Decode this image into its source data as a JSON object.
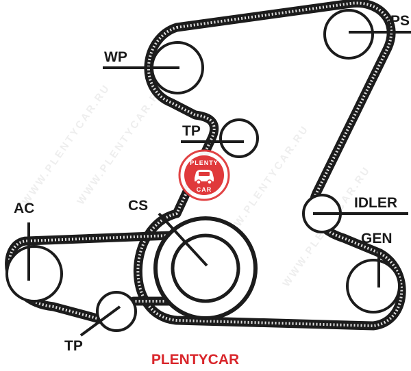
{
  "labels": {
    "ps": "PS",
    "wp": "WP",
    "tp_upper": "TP",
    "ac": "AC",
    "cs": "CS",
    "idler": "IDLER",
    "gen": "GEN",
    "tp_lower": "TP"
  },
  "logo": {
    "top_text": "PLENTY",
    "bottom_text": "CAR"
  },
  "watermark": {
    "text": "WWW.PLENTYCAR.RU"
  },
  "footer": {
    "brand": "PLENTYCAR"
  },
  "colors": {
    "belt": "#1c1c1c",
    "pulley": "#1c1c1c",
    "brand_red": "#d9262b",
    "logo_red": "#e0393b"
  }
}
